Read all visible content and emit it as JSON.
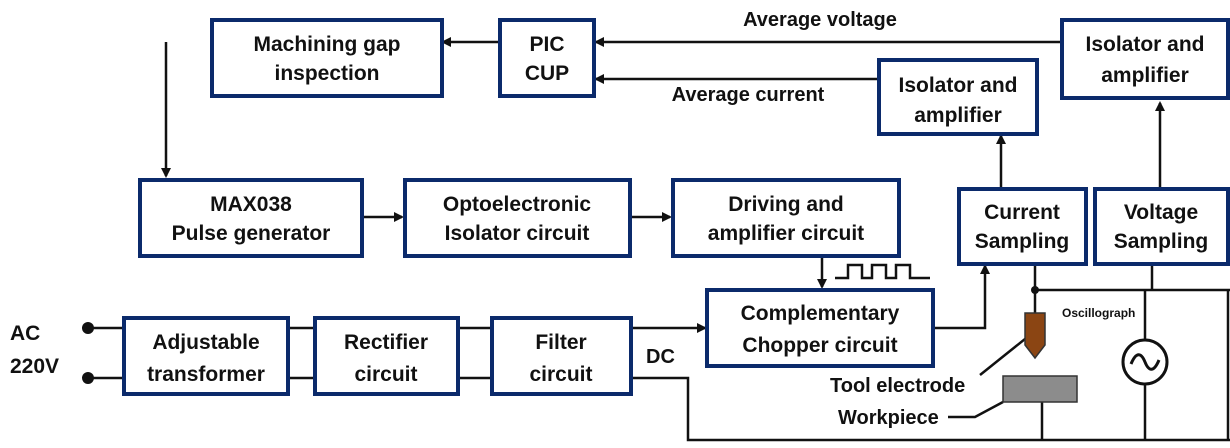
{
  "blocks": {
    "machining_gap": [
      "Machining gap",
      "inspection"
    ],
    "pic": [
      "PIC",
      "CUP"
    ],
    "isolator_top": [
      "Isolator and",
      "amplifier"
    ],
    "isolator_mid": [
      "Isolator and",
      "amplifier"
    ],
    "max038": [
      "MAX038",
      "Pulse generator"
    ],
    "optoelectronic": [
      "Optoelectronic",
      "Isolator circuit"
    ],
    "driving": [
      "Driving and",
      "amplifier circuit"
    ],
    "current_sampling": [
      "Current",
      "Sampling"
    ],
    "voltage_sampling": [
      "Voltage",
      "Sampling"
    ],
    "adjustable": [
      "Adjustable",
      "transformer"
    ],
    "rectifier": [
      "Rectifier",
      "circuit"
    ],
    "filter": [
      "Filter",
      "circuit"
    ],
    "chopper": [
      "Complementary",
      "Chopper circuit"
    ]
  },
  "labels": {
    "average_voltage": "Average voltage",
    "average_current": "Average current",
    "ac_line1": "AC",
    "ac_line2": "220V",
    "dc": "DC",
    "oscillograph": "Oscillograph",
    "tool_electrode": "Tool electrode",
    "workpiece": "Workpiece"
  },
  "colors": {
    "block_border": "#0b2a6b",
    "wire": "#111111",
    "electrode": "#8b4513",
    "workpiece": "#8c8c8c"
  }
}
